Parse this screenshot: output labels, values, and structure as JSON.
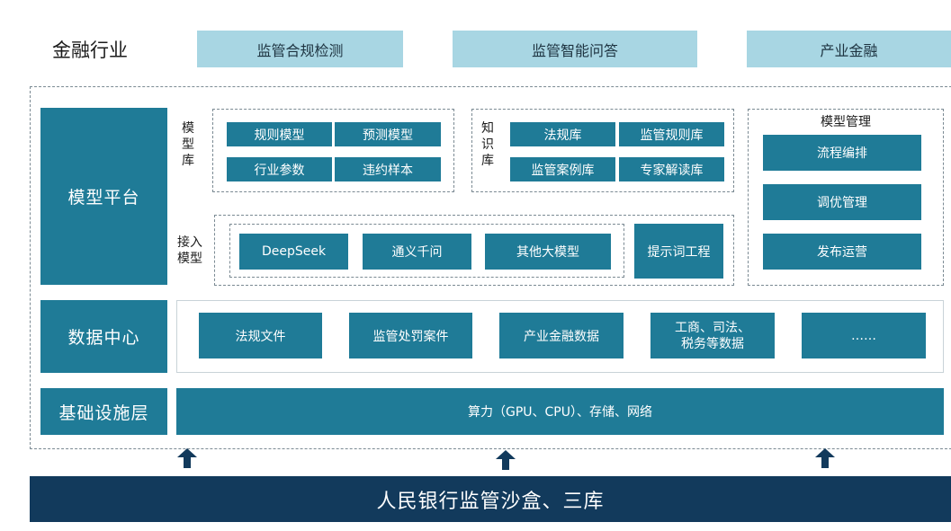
{
  "industry": {
    "label": "金融行业",
    "apps": [
      "监管合规检测",
      "监管智能问答",
      "产业金融"
    ]
  },
  "model_platform": {
    "title": "模型平台",
    "model_lib": {
      "label_lines": [
        "模",
        "型",
        "库"
      ],
      "items": [
        "规则模型",
        "预测模型",
        "行业参数",
        "违约样本"
      ]
    },
    "knowledge_lib": {
      "label_lines": [
        "知",
        "识",
        "库"
      ],
      "items": [
        "法规库",
        "监管规则库",
        "监管案例库",
        "专家解读库"
      ]
    },
    "model_mgmt": {
      "title": "模型管理",
      "items": [
        "流程编排",
        "调优管理",
        "发布运营"
      ]
    },
    "access_models": {
      "label_lines": [
        "接入",
        "模型"
      ],
      "items": [
        "DeepSeek",
        "通义千问",
        "其他大模型"
      ],
      "prompt_eng": "提示词工程"
    }
  },
  "data_center": {
    "title": "数据中心",
    "items": [
      "法规文件",
      "监管处罚案件",
      "产业金融数据",
      "工商、司法、\n税务等数据",
      "……"
    ]
  },
  "infra": {
    "title": "基础设施层",
    "content": "算力（GPU、CPU）、存储、网络"
  },
  "sandbox": {
    "label": "人民银行监管沙盒、三库"
  },
  "colors": {
    "teal": "#1f7b97",
    "light_blue": "#a8d6e3",
    "navy": "#123a5c"
  }
}
